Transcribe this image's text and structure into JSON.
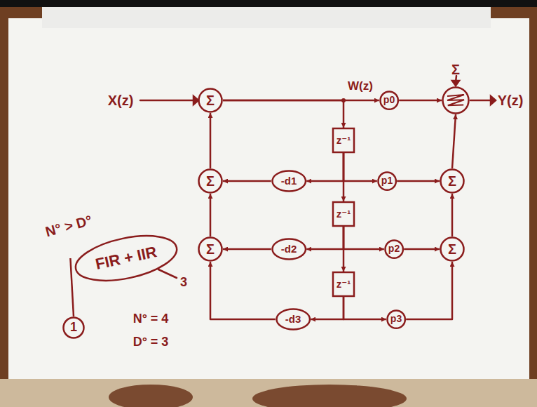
{
  "diagram": {
    "nodes": [
      {
        "text": [
          "Σ"
        ]
      },
      {
        "text": [
          "p0"
        ]
      },
      {
        "text": [
          "Σ"
        ]
      },
      {
        "text": [
          "z⁻¹"
        ]
      },
      {
        "text": [
          "Σ"
        ]
      },
      {
        "text": [
          "-d1"
        ]
      },
      {
        "text": [
          "p1"
        ]
      },
      {
        "text": [
          "Σ"
        ]
      },
      {
        "text": [
          "z⁻¹"
        ]
      },
      {
        "text": [
          "Σ"
        ]
      },
      {
        "text": [
          "-d2"
        ]
      },
      {
        "text": [
          "p2"
        ]
      },
      {
        "text": [
          "Σ"
        ]
      },
      {
        "text": [
          "z⁻¹"
        ]
      },
      {
        "text": [
          "-d3"
        ]
      },
      {
        "text": [
          "p3"
        ]
      },
      {
        "text": [
          "FIR + IIR"
        ]
      },
      {
        "text": [
          "1"
        ]
      }
    ],
    "edges": [
      {
        "from": 0,
        "to": 1,
        "arrow": "to"
      },
      {
        "from": 1,
        "to": 2,
        "arrow": "to"
      },
      {
        "from": 0,
        "to": 3,
        "arrow": "to"
      },
      {
        "from": 3,
        "to": 5,
        "arrow": "to"
      },
      {
        "from": 3,
        "to": 6,
        "arrow": "to"
      },
      {
        "from": 3,
        "to": 8,
        "arrow": "to"
      },
      {
        "from": 5,
        "to": 4,
        "arrow": "to"
      },
      {
        "from": 6,
        "to": 7,
        "arrow": "to"
      },
      {
        "from": 4,
        "to": 0,
        "arrow": "to"
      },
      {
        "from": 7,
        "to": 2,
        "arrow": "to"
      },
      {
        "from": 8,
        "to": 10,
        "arrow": "to"
      },
      {
        "from": 8,
        "to": 11,
        "arrow": "to"
      },
      {
        "from": 8,
        "to": 13,
        "arrow": "to"
      },
      {
        "from": 10,
        "to": 9,
        "arrow": "to"
      },
      {
        "from": 11,
        "to": 12,
        "arrow": "to"
      },
      {
        "from": 9,
        "to": 4,
        "arrow": "to"
      },
      {
        "from": 12,
        "to": 7,
        "arrow": "to"
      },
      {
        "from": 13,
        "to": 14,
        "arrow": "to"
      },
      {
        "from": 13,
        "to": 15,
        "arrow": "to"
      },
      {
        "from": 14,
        "to": 9,
        "arrow": "to"
      },
      {
        "from": 15,
        "to": 12,
        "arrow": "to"
      },
      {
        "from": 16,
        "to": 17,
        "arrow": "none"
      }
    ],
    "labels": [
      "X(z)",
      "W(z)",
      "Y(z)",
      "N° > D°",
      "3",
      "N° = 4",
      "D° = 3"
    ]
  }
}
